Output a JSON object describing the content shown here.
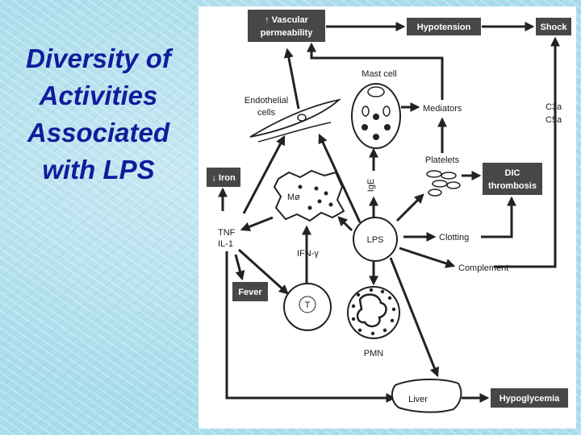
{
  "title": {
    "lines": [
      "Diversity of",
      "Activities",
      "Associated",
      "with LPS"
    ]
  },
  "diagram": {
    "boxes": {
      "vascular_line1": "↑ Vascular",
      "vascular_line2": "permeability",
      "hypotension": "Hypotension",
      "shock": "Shock",
      "iron": "↓ Iron",
      "dic_line1": "DIC",
      "dic_line2": "thrombosis",
      "fever": "Fever",
      "hypoglycemia": "Hypoglycemia"
    },
    "labels": {
      "mast_cell": "Mast cell",
      "endothelial_line1": "Endothelial",
      "endothelial_line2": "cells",
      "mediators": "Mediators",
      "c3a": "C3a",
      "c5a": "C5a",
      "platelets": "Platelets",
      "ige": "IgE",
      "macrophage": "Mø",
      "tnf": "TNF",
      "il1": "IL-1",
      "ifn": "IFN-γ",
      "lps": "LPS",
      "clotting": "Clotting",
      "complement": "Complement",
      "t_cell": "T",
      "pmn": "PMN",
      "liver": "Liver"
    }
  }
}
